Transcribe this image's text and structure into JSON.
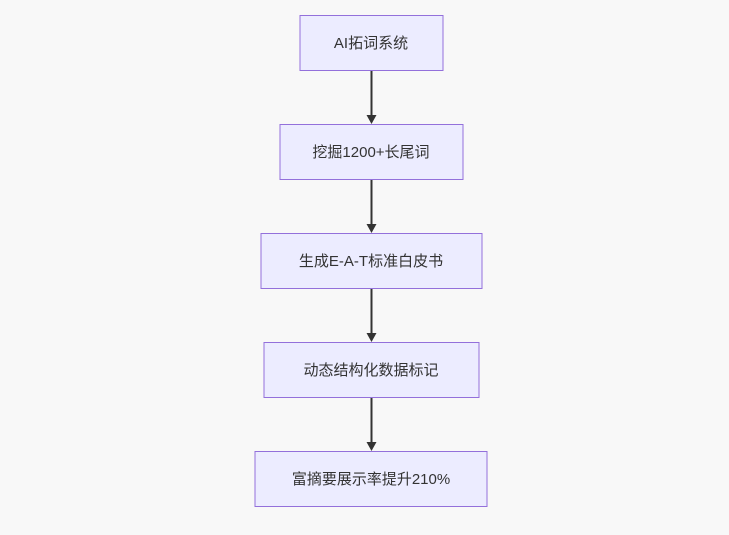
{
  "page": {
    "background": "#f8f8f8"
  },
  "flowchart": {
    "type": "flowchart",
    "direction": "top-down",
    "nodes": [
      {
        "id": "n1",
        "label": "AI拓词系统"
      },
      {
        "id": "n2",
        "label": "挖掘1200+长尾词"
      },
      {
        "id": "n3",
        "label": "生成E-A-T标准白皮书"
      },
      {
        "id": "n4",
        "label": "动态结构化数据标记"
      },
      {
        "id": "n5",
        "label": "富摘要展示率提升210%"
      }
    ],
    "edges": [
      {
        "from": "n1",
        "to": "n2",
        "style": "arrow-down"
      },
      {
        "from": "n2",
        "to": "n3",
        "style": "arrow-down"
      },
      {
        "from": "n3",
        "to": "n4",
        "style": "arrow-down"
      },
      {
        "from": "n4",
        "to": "n5",
        "style": "arrow-down"
      }
    ],
    "colors": {
      "node_fill": "#ECECFF",
      "node_border": "#9370DB",
      "arrow": "#333333",
      "text": "#333333"
    }
  }
}
